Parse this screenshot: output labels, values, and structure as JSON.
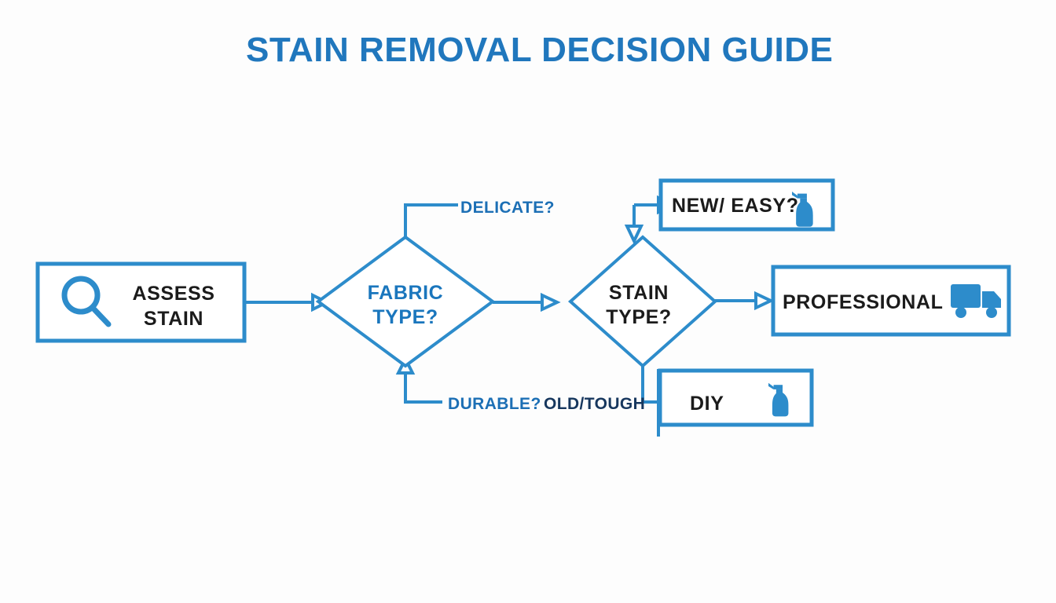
{
  "page": {
    "title": "STAIN REMOVAL DECISION GUIDE",
    "background_color": "#fdfdfd",
    "accent_color": "#2d8ccb",
    "title_color": "#2077bd",
    "dark_text_color": "#1b1b1b"
  },
  "nodes": {
    "assess": {
      "label_line1": "ASSESS",
      "label_line2": "STAIN",
      "icon": "magnifier-icon",
      "shape": "box"
    },
    "fabric": {
      "label_line1": "FABRIC",
      "label_line2": "TYPE?",
      "shape": "diamond"
    },
    "stain": {
      "label_line1": "STAIN",
      "label_line2": "TYPE?",
      "shape": "diamond"
    },
    "new_easy": {
      "label": "NEW/ EASY?",
      "icon": "spray-bottle-icon",
      "shape": "box"
    },
    "professional": {
      "label": "PROFESSIONAL",
      "icon": "delivery-truck-icon",
      "shape": "box"
    },
    "diy": {
      "label": "DIY",
      "icon": "spray-bottle-icon",
      "shape": "box"
    }
  },
  "edge_labels": {
    "delicate": "DELICATE?",
    "durable": "DURABLE?",
    "old_tough": "OLD/TOUGH"
  },
  "chart_data": {
    "type": "diagram",
    "title": "STAIN REMOVAL DECISION GUIDE",
    "nodes": [
      {
        "id": "assess",
        "text": "ASSESS STAIN",
        "shape": "rectangle",
        "icon": "magnifier-icon"
      },
      {
        "id": "fabric",
        "text": "FABRIC TYPE?",
        "shape": "diamond"
      },
      {
        "id": "stain",
        "text": "STAIN TYPE?",
        "shape": "diamond"
      },
      {
        "id": "new_easy",
        "text": "NEW/ EASY?",
        "shape": "rectangle",
        "icon": "spray-bottle-icon"
      },
      {
        "id": "professional",
        "text": "PROFESSIONAL",
        "shape": "rectangle",
        "icon": "delivery-truck-icon"
      },
      {
        "id": "diy",
        "text": "DIY",
        "shape": "rectangle",
        "icon": "spray-bottle-icon"
      }
    ],
    "edges": [
      {
        "from": "assess",
        "to": "fabric",
        "label": ""
      },
      {
        "from": "fabric",
        "to": "stain",
        "label": ""
      },
      {
        "from": "fabric",
        "to": "delicate-branch",
        "label": "DELICATE?"
      },
      {
        "from": "durable-branch",
        "to": "fabric",
        "label": "DURABLE?"
      },
      {
        "from": "new_easy",
        "to": "stain",
        "label": ""
      },
      {
        "from": "stain",
        "to": "professional",
        "label": ""
      },
      {
        "from": "stain",
        "to": "diy",
        "label": "OLD/TOUGH"
      }
    ]
  }
}
